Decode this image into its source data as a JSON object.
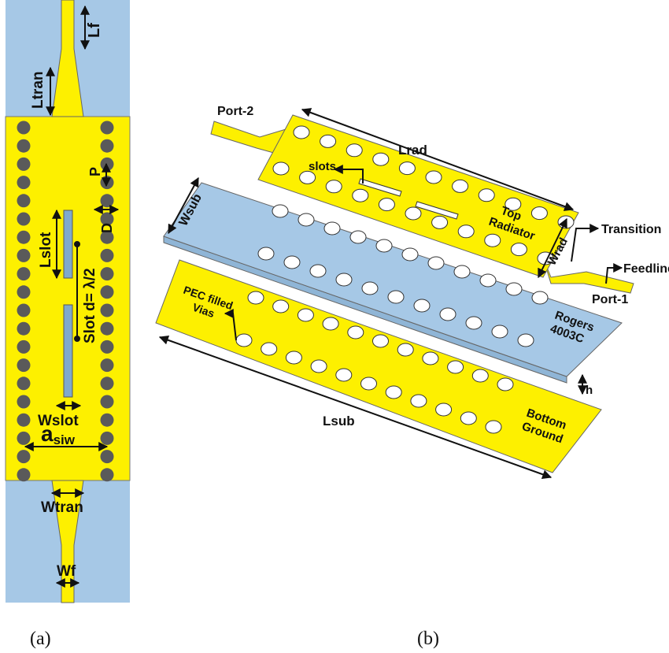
{
  "colors": {
    "substrate": "#a6c8e6",
    "copper": "#fdf000",
    "outline": "#555555",
    "via": "#5a5a5a",
    "slot": "#7fa9cc",
    "arrow": "#111111"
  },
  "panel_a": {
    "caption": "(a)",
    "labels": {
      "lf": "Lf",
      "ltran": "Ltran",
      "p": "P",
      "d": "D",
      "lslot": "Lslot",
      "slot_d": "Slot d= λ/2",
      "wslot": "Wslot",
      "asiw_main": "a",
      "asiw_sub": "siw",
      "wtran": "Wtran",
      "wf": "Wf"
    }
  },
  "panel_b": {
    "caption": "(b)",
    "labels": {
      "port2": "Port-2",
      "lrad": "Lrad",
      "slots": "slots",
      "top_line1": "Top",
      "top_line2": "Radiator",
      "wrad": "Wrad",
      "transition": "Transition",
      "feedline": "Feedline",
      "port1": "Port-1",
      "wsub": "Wsub",
      "rogers_line1": "Rogers",
      "rogers_line2": "4003C",
      "h": "h",
      "pec_line1": "PEC filled",
      "pec_line2": "Vias",
      "lsub": "Lsub",
      "bottom_line1": "Bottom",
      "bottom_line2": "Ground"
    }
  }
}
